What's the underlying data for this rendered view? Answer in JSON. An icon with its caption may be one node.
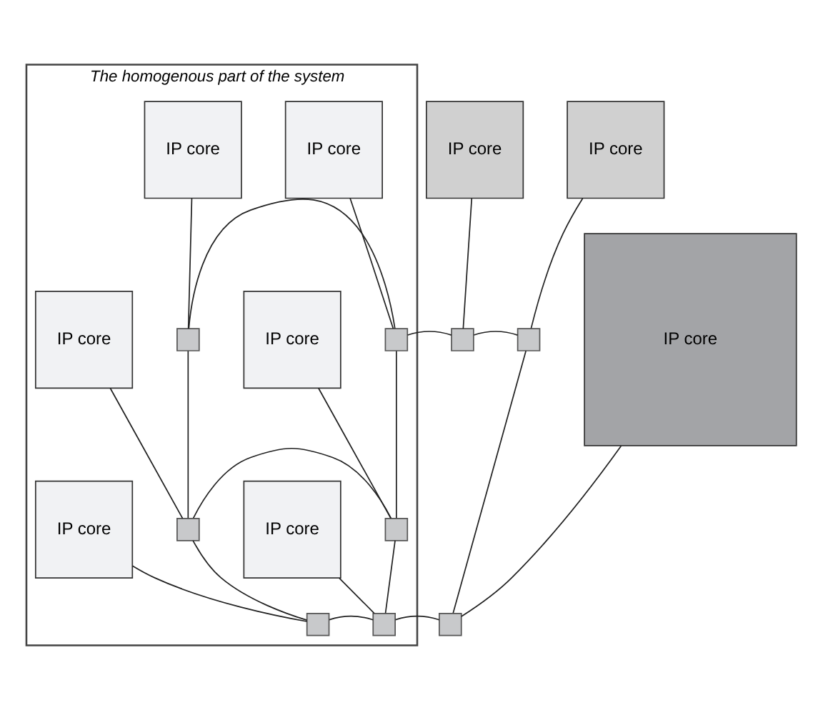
{
  "diagram": {
    "nodes": [
      {
        "text": [
          "The homogenous part of the system"
        ]
      },
      {
        "text": [
          "IP core"
        ],
        "in": 0
      },
      {
        "text": [
          "IP core"
        ],
        "in": 0
      },
      {
        "text": [
          "IP core"
        ],
        "in": 0
      },
      {
        "text": [
          "IP core"
        ],
        "in": 0
      },
      {
        "text": [
          "IP core"
        ],
        "in": 0
      },
      {
        "text": [
          "IP core"
        ],
        "in": 0
      },
      {
        "text": [
          "IP core"
        ]
      },
      {
        "text": [
          "IP core"
        ]
      },
      {
        "text": [
          "IP core"
        ]
      },
      {
        "text": [],
        "shape": "box",
        "in": 0
      },
      {
        "text": [],
        "shape": "box",
        "in": 0
      },
      {
        "text": [],
        "shape": "box",
        "in": 0
      },
      {
        "text": [],
        "shape": "box",
        "in": 0
      },
      {
        "text": [],
        "shape": "box",
        "in": 0
      },
      {
        "text": [],
        "shape": "box",
        "in": 0
      },
      {
        "text": [],
        "shape": "box"
      },
      {
        "text": [],
        "shape": "box"
      },
      {
        "text": [],
        "shape": "box"
      }
    ],
    "edges": [
      {
        "from": 1,
        "to": 10,
        "arrow": "none"
      },
      {
        "from": 2,
        "to": 11,
        "arrow": "none"
      },
      {
        "from": 3,
        "to": 12,
        "arrow": "none"
      },
      {
        "from": 4,
        "to": 13,
        "arrow": "none"
      },
      {
        "from": 5,
        "to": 14,
        "arrow": "none"
      },
      {
        "from": 6,
        "to": 15,
        "arrow": "none"
      },
      {
        "from": 7,
        "to": 16,
        "arrow": "none"
      },
      {
        "from": 8,
        "to": 17,
        "arrow": "none"
      },
      {
        "from": 9,
        "to": 18,
        "arrow": "none"
      },
      {
        "from": 10,
        "to": 11,
        "arrow": "none"
      },
      {
        "from": 11,
        "to": 16,
        "arrow": "none"
      },
      {
        "from": 16,
        "to": 17,
        "arrow": "none"
      },
      {
        "from": 10,
        "to": 12,
        "arrow": "none"
      },
      {
        "from": 11,
        "to": 13,
        "arrow": "none"
      },
      {
        "from": 12,
        "to": 13,
        "arrow": "none"
      },
      {
        "from": 12,
        "to": 14,
        "arrow": "none"
      },
      {
        "from": 13,
        "to": 15,
        "arrow": "none"
      },
      {
        "from": 14,
        "to": 15,
        "arrow": "none"
      },
      {
        "from": 15,
        "to": 18,
        "arrow": "none"
      },
      {
        "from": 17,
        "to": 18,
        "arrow": "none"
      }
    ]
  }
}
